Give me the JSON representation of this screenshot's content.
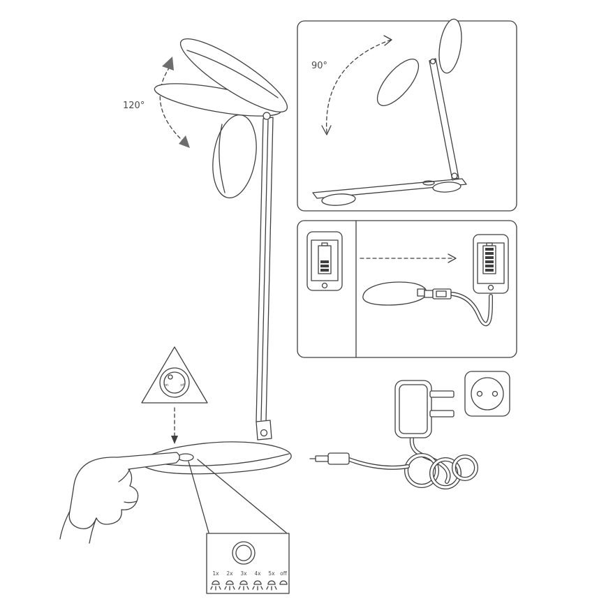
{
  "diagram": {
    "main_lamp": {
      "rotation_label": "120°"
    },
    "fold_panel": {
      "rotation_label": "90°"
    },
    "dial": {
      "on_label": "on",
      "off_label": "off"
    },
    "detail_panel": {
      "levels": [
        "1x",
        "2x",
        "3x",
        "4x",
        "5x",
        "off"
      ]
    }
  },
  "icons": {
    "rotation-arrow-icon": "filled triangle arrowhead",
    "fold-arrow-icon": "open V arrowhead on dashed arc",
    "battery-partial-icon": "vertical battery with 3 bars",
    "battery-full-icon": "vertical battery with 6 bars",
    "usb-plug-icon": "USB-A plug with cable",
    "power-adapter-icon": "wall adapter with two pins",
    "wall-socket-icon": "round European socket",
    "dc-connector-icon": "barrel DC connector",
    "touch-dial-icon": "round on/off touch dial",
    "lamp-rays-icon": "small lamp glyph with light rays",
    "pointing-hand-icon": "hand with extended index finger"
  },
  "colors": {
    "line": "#3f3f3f",
    "arrow": "#6e6e6e",
    "background": "#ffffff"
  }
}
